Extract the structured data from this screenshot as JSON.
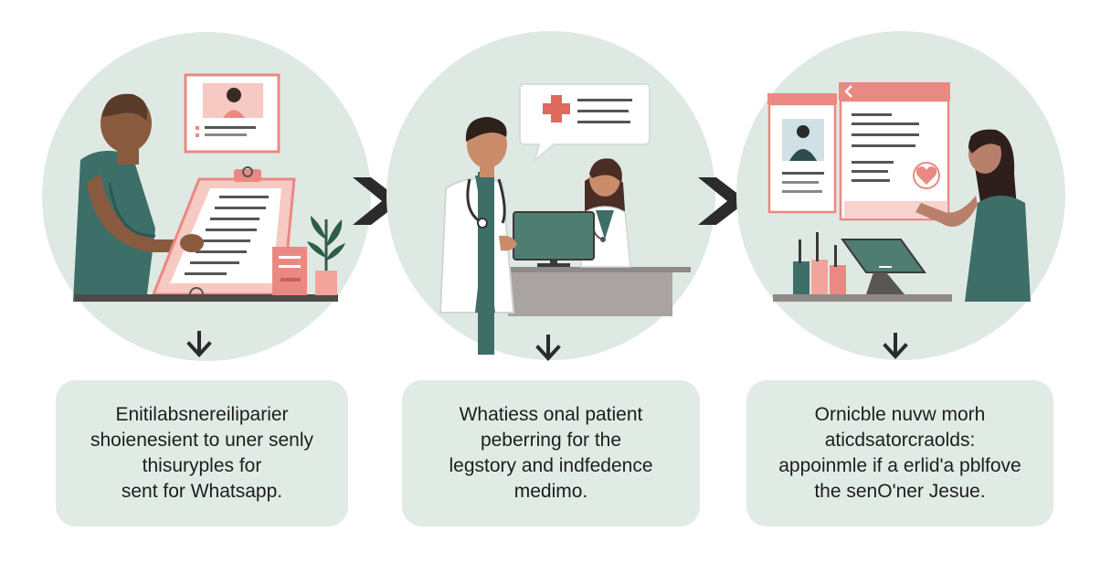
{
  "colors": {
    "circle_bg": "#dfe9e4",
    "card_bg": "#e1ebe6",
    "teal_shirt": "#3e6e68",
    "coral": "#e98982",
    "pink_light": "#f6d3cd",
    "dark": "#2b2b2b",
    "desk_gray": "#a9a4a1"
  },
  "steps": [
    {
      "caption": "Enitilabsnereiliparier\nshoienesient to uner senly\nthisuryples for\nsent for Whatsapp.",
      "icons": [
        "person-icon",
        "clipboard-icon",
        "profile-frame-icon",
        "plant-icon",
        "down-arrow-icon"
      ]
    },
    {
      "caption": "Whatiess onal patient\npeberring for the\nlegstory and indfedence\nmedimo.",
      "icons": [
        "doctor-icon",
        "receptionist-icon",
        "chat-bubble-icon",
        "medical-cross-icon",
        "monitor-icon",
        "down-arrow-icon"
      ]
    },
    {
      "caption": "Ornicble nuvw morh\naticdsatorcraolds:\nappoinmle if a erlid'a pblfove\nthe senO'ner Jesue.",
      "icons": [
        "woman-icon",
        "doctor-profile-card-icon",
        "heart-icon",
        "monitor-icon",
        "down-arrow-icon"
      ]
    }
  ],
  "connectors": [
    "chevron-right-icon",
    "chevron-right-icon"
  ]
}
